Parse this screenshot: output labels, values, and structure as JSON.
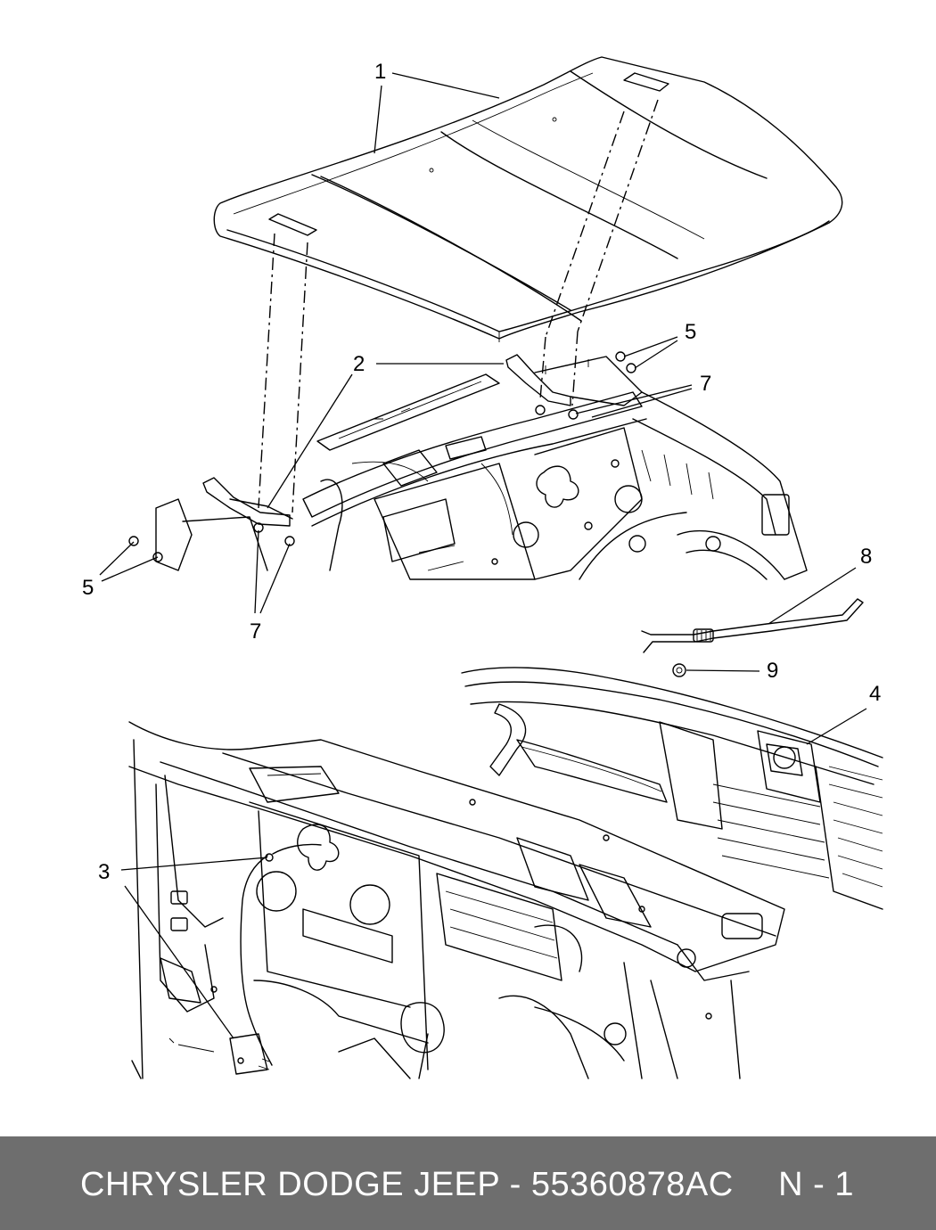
{
  "callouts": [
    {
      "id": "1",
      "label": "1"
    },
    {
      "id": "2",
      "label": "2"
    },
    {
      "id": "3",
      "label": "3"
    },
    {
      "id": "4",
      "label": "4"
    },
    {
      "id": "5a",
      "label": "5"
    },
    {
      "id": "5b",
      "label": "5"
    },
    {
      "id": "7a",
      "label": "7"
    },
    {
      "id": "7b",
      "label": "7"
    },
    {
      "id": "8",
      "label": "8"
    },
    {
      "id": "9",
      "label": "9"
    }
  ],
  "footer": {
    "part_text": "CHRYSLER DODGE JEEP - 55360878AC",
    "page_text": "N - 1",
    "background": "#6e6e6e",
    "text_color": "#ffffff"
  }
}
